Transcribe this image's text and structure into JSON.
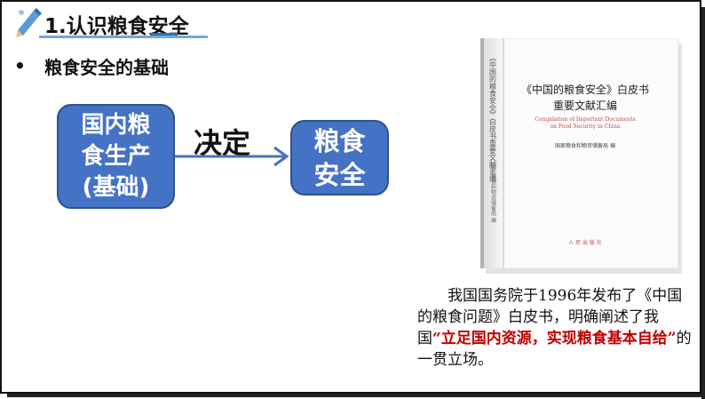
{
  "title": "1.认识粮食安全",
  "bullet": {
    "marker": "•",
    "text": "粮食安全的基础"
  },
  "flow": {
    "source_lines": [
      "国内粮",
      "食生产",
      "(基础)"
    ],
    "relation": "决定",
    "target_lines": [
      "粮食",
      "安全"
    ]
  },
  "book": {
    "title_lines": [
      "《中国的粮食安全》白皮书",
      "重要文献汇编"
    ],
    "subtitle_lines": [
      "Compilation of Important Documents",
      "on Food Security in China"
    ],
    "editor": "国家粮食和物资储备局 编",
    "spine_text": "《中国的粮食安全》白皮书重要文献汇编",
    "spine_editor": "国家粮食和物资储备局 编",
    "publisher": "人 民 出 版 社"
  },
  "caption": {
    "part1": "我国国务院于1996年发布了《中国的粮食问题》白皮书，明确阐述了我国",
    "highlight": "“立足国内资源，实现粮食基本自给”",
    "part2": "的一贯立场。"
  },
  "colors": {
    "box_fill": "#4472c4",
    "highlight": "#c00000",
    "underline": "#6fa8dc"
  }
}
